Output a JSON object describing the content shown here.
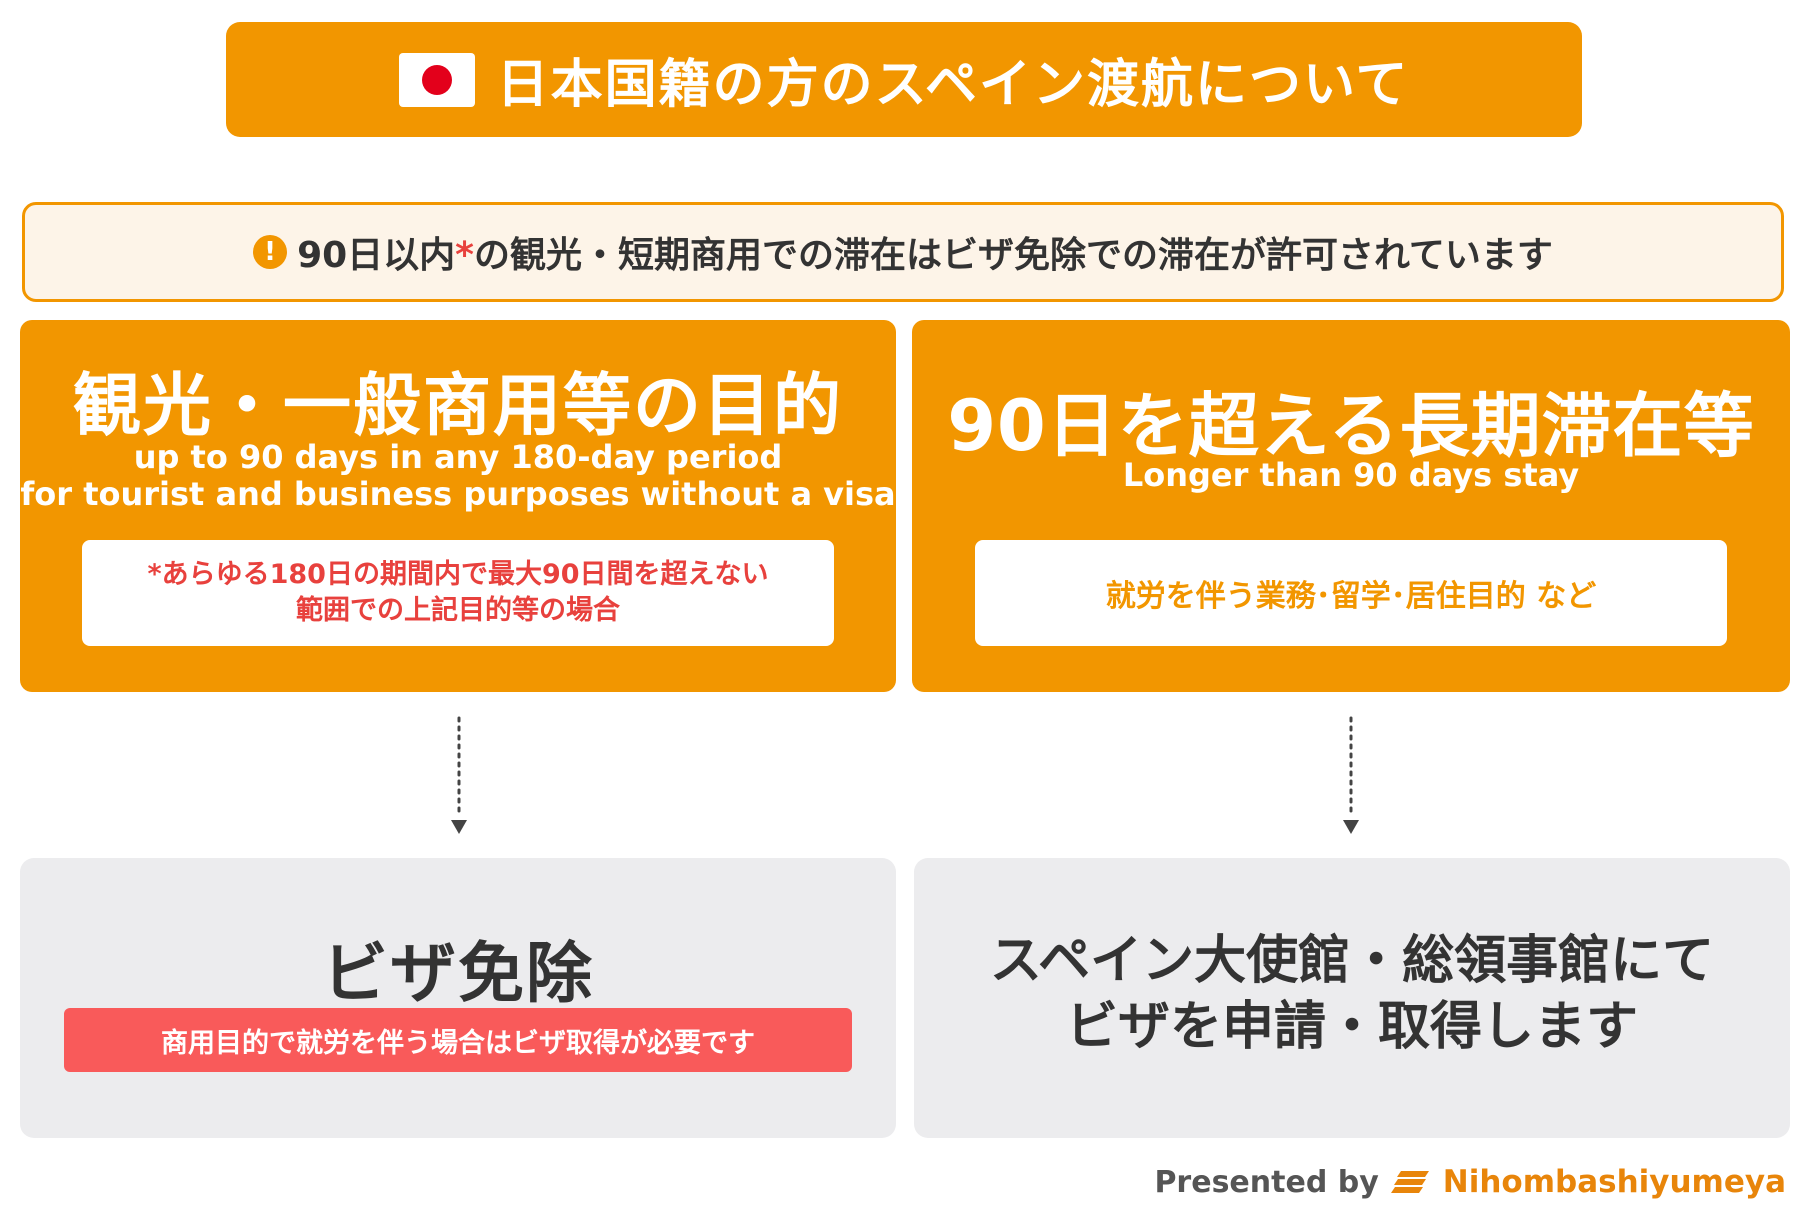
{
  "title": {
    "text": "日本国籍の方のスペイン渡航について",
    "flag_icon": "japan-flag-icon"
  },
  "notice": {
    "icon": "exclamation-icon",
    "text_before": "90日以内",
    "asterisk": "*",
    "text_after": "の観光・短期商用での滞在はビザ免除での滞在が許可されています"
  },
  "left_panel": {
    "heading": "観光・一般商用等の目的",
    "sub_line1": "up to 90 days in any 180-day period",
    "sub_line2": "for tourist and business purposes without a visa",
    "note_line1": "*あらゆる180日の期間内で最大90日間を超えない",
    "note_line2": "範囲での上記目的等の場合"
  },
  "right_panel": {
    "heading": "90日を超える長期滞在等",
    "sub_line1": "Longer than 90 days stay",
    "note": "就労を伴う業務･留学･居住目的 など"
  },
  "left_result": {
    "heading": "ビザ免除",
    "warning": "商用目的で就労を伴う場合はビザ取得が必要です"
  },
  "right_result": {
    "line1": "スペイン大使館・総領事館にて",
    "line2": "ビザを申請・取得します"
  },
  "footer": {
    "presented_by": "Presented by",
    "brand": "Nihombashiyumeya"
  },
  "colors": {
    "orange": "#f29600",
    "red": "#e8413d",
    "warning_bg": "#f95a5a",
    "notice_bg": "#fdf4e8",
    "result_bg": "#ececee"
  }
}
